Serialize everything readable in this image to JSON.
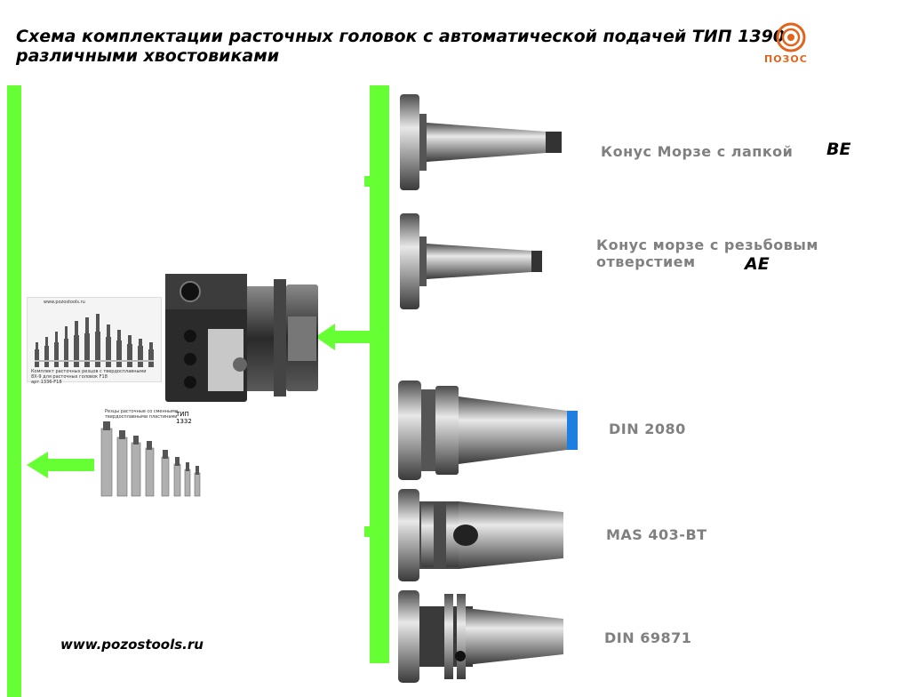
{
  "header": {
    "title_line1": "Схема комплектации расточных головок с автоматической подачей ТИП 1390",
    "title_line2": "различными хвостовиками",
    "logo_text": "ПОЗОС"
  },
  "shanks": [
    {
      "label": "Конус Морзе с лапкой",
      "code": "BE",
      "icon": "morse-taper-tang-shank-icon"
    },
    {
      "label_line1": "Конус морзе с резьбовым",
      "label_line2": "отверстием",
      "code": "AE",
      "icon": "morse-taper-threaded-shank-icon"
    },
    {
      "label": "DIN 2080",
      "icon": "din-2080-shank-icon"
    },
    {
      "label": "MAS 403-BT",
      "icon": "mas-403-bt-shank-icon"
    },
    {
      "label": "DIN 69871",
      "icon": "din-69871-shank-icon"
    }
  ],
  "boring_kit": {
    "site_text": "www.pozostools.ru",
    "caption_line1": "Комплект расточных резцов с твердосплавными 8Х-9 для расточных головок F18",
    "caption_line2": "арт.1336-F18"
  },
  "tools_set": {
    "caption_line1": "Резцы расточные со сменными",
    "caption_line2": "твердосплавными пластинами",
    "type_label": "ТИП 1332"
  },
  "footer": {
    "website": "www.pozostools.ru"
  },
  "colors": {
    "accent_green": "#66ff33",
    "label_gray": "#808080",
    "logo_orange": "#e0641e"
  }
}
